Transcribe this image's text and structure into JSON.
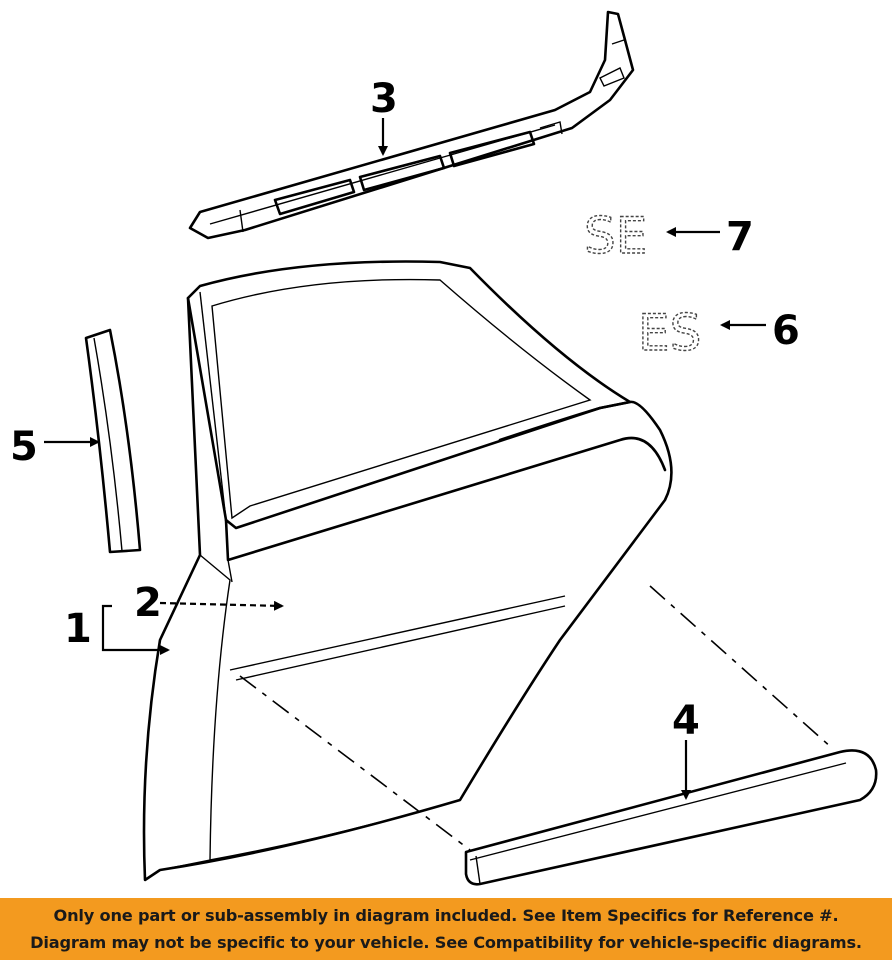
{
  "callouts": {
    "c1": "1",
    "c2": "2",
    "c3": "3",
    "c4": "4",
    "c5": "5",
    "c6": "6",
    "c7": "7"
  },
  "emblems": {
    "se": "SE",
    "es": "ES"
  },
  "disclaimer": {
    "line1": "Only one part or sub-assembly in diagram included. See Item Specifics for Reference #.",
    "line2": "Diagram may not be specific to your vehicle. See Compatibility for vehicle-specific diagrams."
  },
  "colors": {
    "banner": "#f39a1f",
    "line": "#000000"
  }
}
